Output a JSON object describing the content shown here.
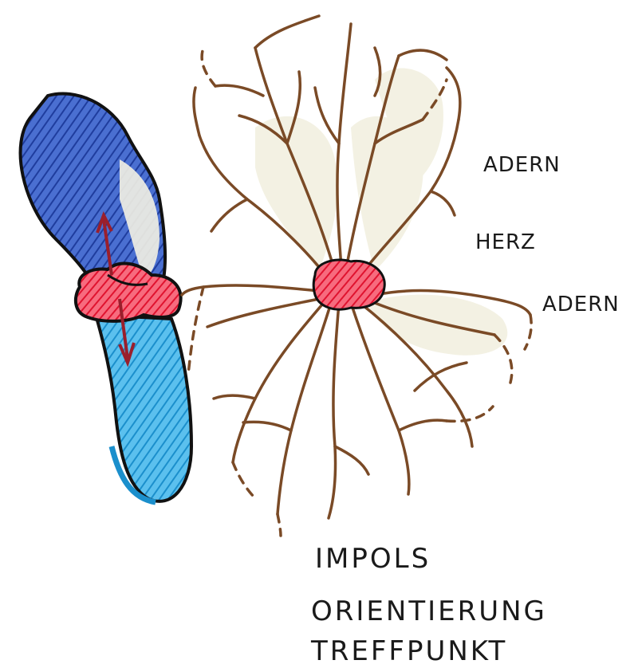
{
  "labels": {
    "adern_top": "ADERN",
    "herz": "HERZ",
    "adern_right": "ADERN"
  },
  "notes": [
    "IMPOLS",
    "ORIENTIERUNG",
    "TREFFPUNKT"
  ],
  "colors": {
    "vein": "#7a4a26",
    "vein_fill": "#f3f1e3",
    "upper_lobe": "#2e52b7",
    "lower_lobe": "#2aa0dc",
    "heart": "#ee2a45",
    "arrow": "#9a1f2c",
    "outline": "#111111"
  }
}
